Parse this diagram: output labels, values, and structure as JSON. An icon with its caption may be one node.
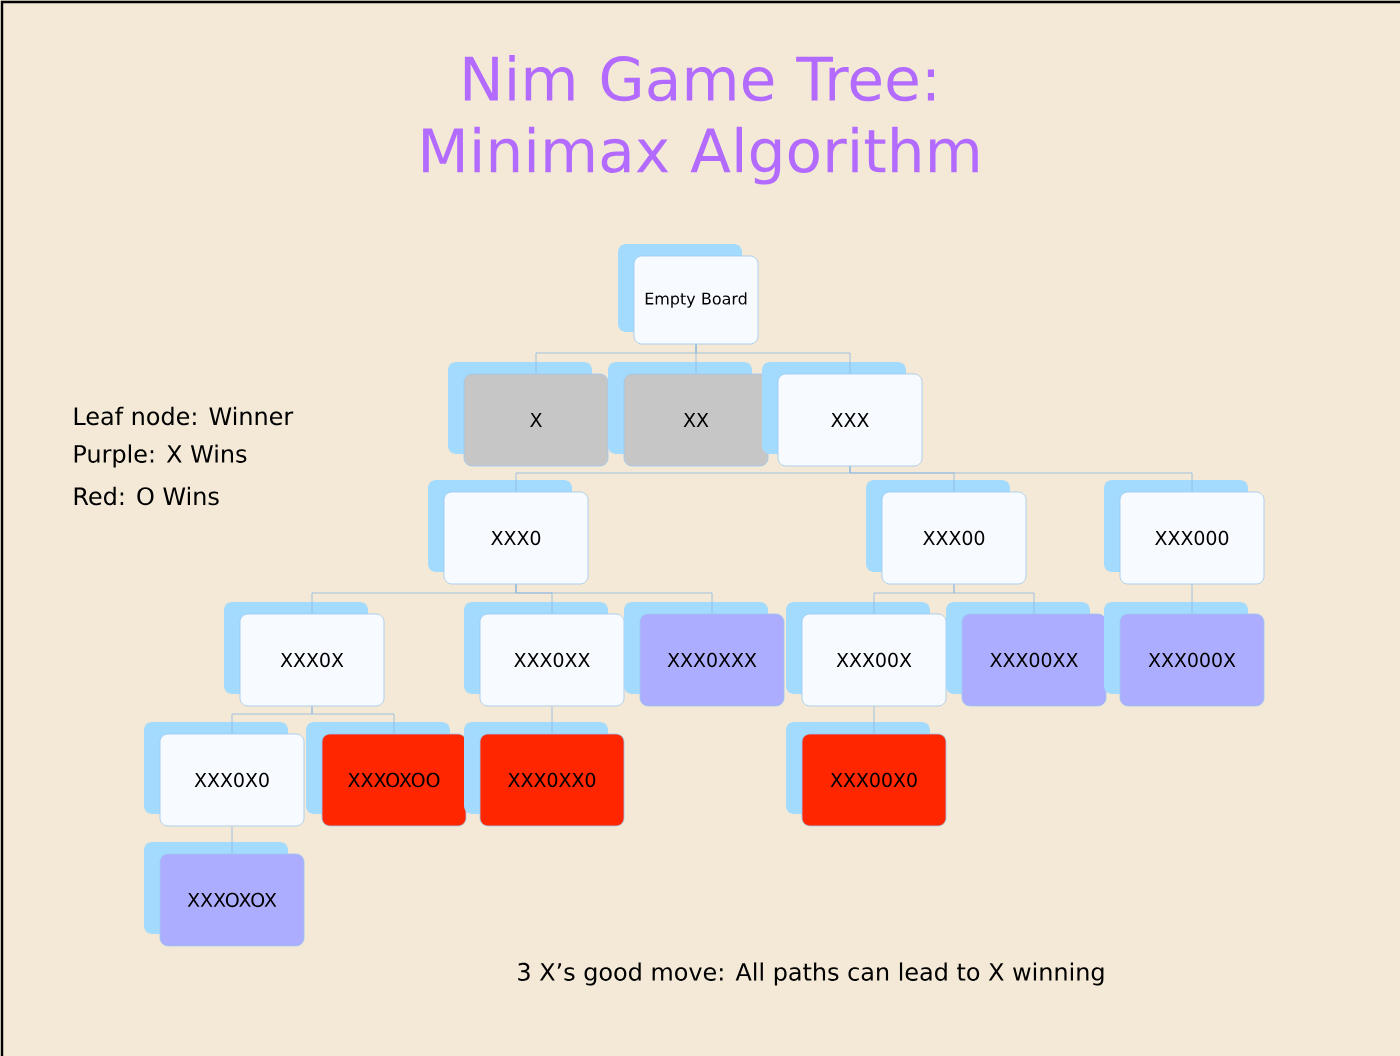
{
  "diagram": {
    "title": "Nim Game Tree: Minimax Algorithm",
    "nodes": [
      {
        "text": [
          "Empty Board"
        ]
      },
      {
        "text": [
          "X"
        ]
      },
      {
        "text": [
          "XX"
        ]
      },
      {
        "text": [
          "XXX"
        ]
      },
      {
        "text": [
          "XXX0"
        ]
      },
      {
        "text": [
          "XXX00"
        ]
      },
      {
        "text": [
          "XXX000"
        ]
      },
      {
        "text": [
          "XXX0X"
        ]
      },
      {
        "text": [
          "XXX0XX"
        ]
      },
      {
        "text": [
          "XXX0XXX"
        ]
      },
      {
        "text": [
          "XXX00X"
        ]
      },
      {
        "text": [
          "XXX00XX"
        ]
      },
      {
        "text": [
          "XXX000X"
        ]
      },
      {
        "text": [
          "XXX0X0"
        ]
      },
      {
        "text": [
          "XXXOXOO"
        ]
      },
      {
        "text": [
          "XXX0XX0"
        ]
      },
      {
        "text": [
          "XXX00X0"
        ]
      },
      {
        "text": [
          "XXXOXOX"
        ]
      }
    ],
    "edges": [
      {
        "from": 0,
        "to": 1,
        "arrow": "none"
      },
      {
        "from": 0,
        "to": 2,
        "arrow": "none"
      },
      {
        "from": 0,
        "to": 3,
        "arrow": "none"
      },
      {
        "from": 3,
        "to": 4,
        "arrow": "none"
      },
      {
        "from": 3,
        "to": 5,
        "arrow": "none"
      },
      {
        "from": 3,
        "to": 6,
        "arrow": "none"
      },
      {
        "from": 4,
        "to": 7,
        "arrow": "none"
      },
      {
        "from": 4,
        "to": 8,
        "arrow": "none"
      },
      {
        "from": 4,
        "to": 9,
        "arrow": "none"
      },
      {
        "from": 5,
        "to": 10,
        "arrow": "none"
      },
      {
        "from": 5,
        "to": 11,
        "arrow": "none"
      },
      {
        "from": 6,
        "to": 12,
        "arrow": "none"
      },
      {
        "from": 7,
        "to": 13,
        "arrow": "none"
      },
      {
        "from": 7,
        "to": 14,
        "arrow": "none"
      },
      {
        "from": 8,
        "to": 15,
        "arrow": "none"
      },
      {
        "from": 10,
        "to": 16,
        "arrow": "none"
      },
      {
        "from": 13,
        "to": 17,
        "arrow": "none"
      }
    ],
    "labels": [
      "Leaf node: Winner",
      "Purple: X Wins",
      "Red: O Wins",
      "3 X’s good move: All paths can lead to X winning"
    ]
  }
}
